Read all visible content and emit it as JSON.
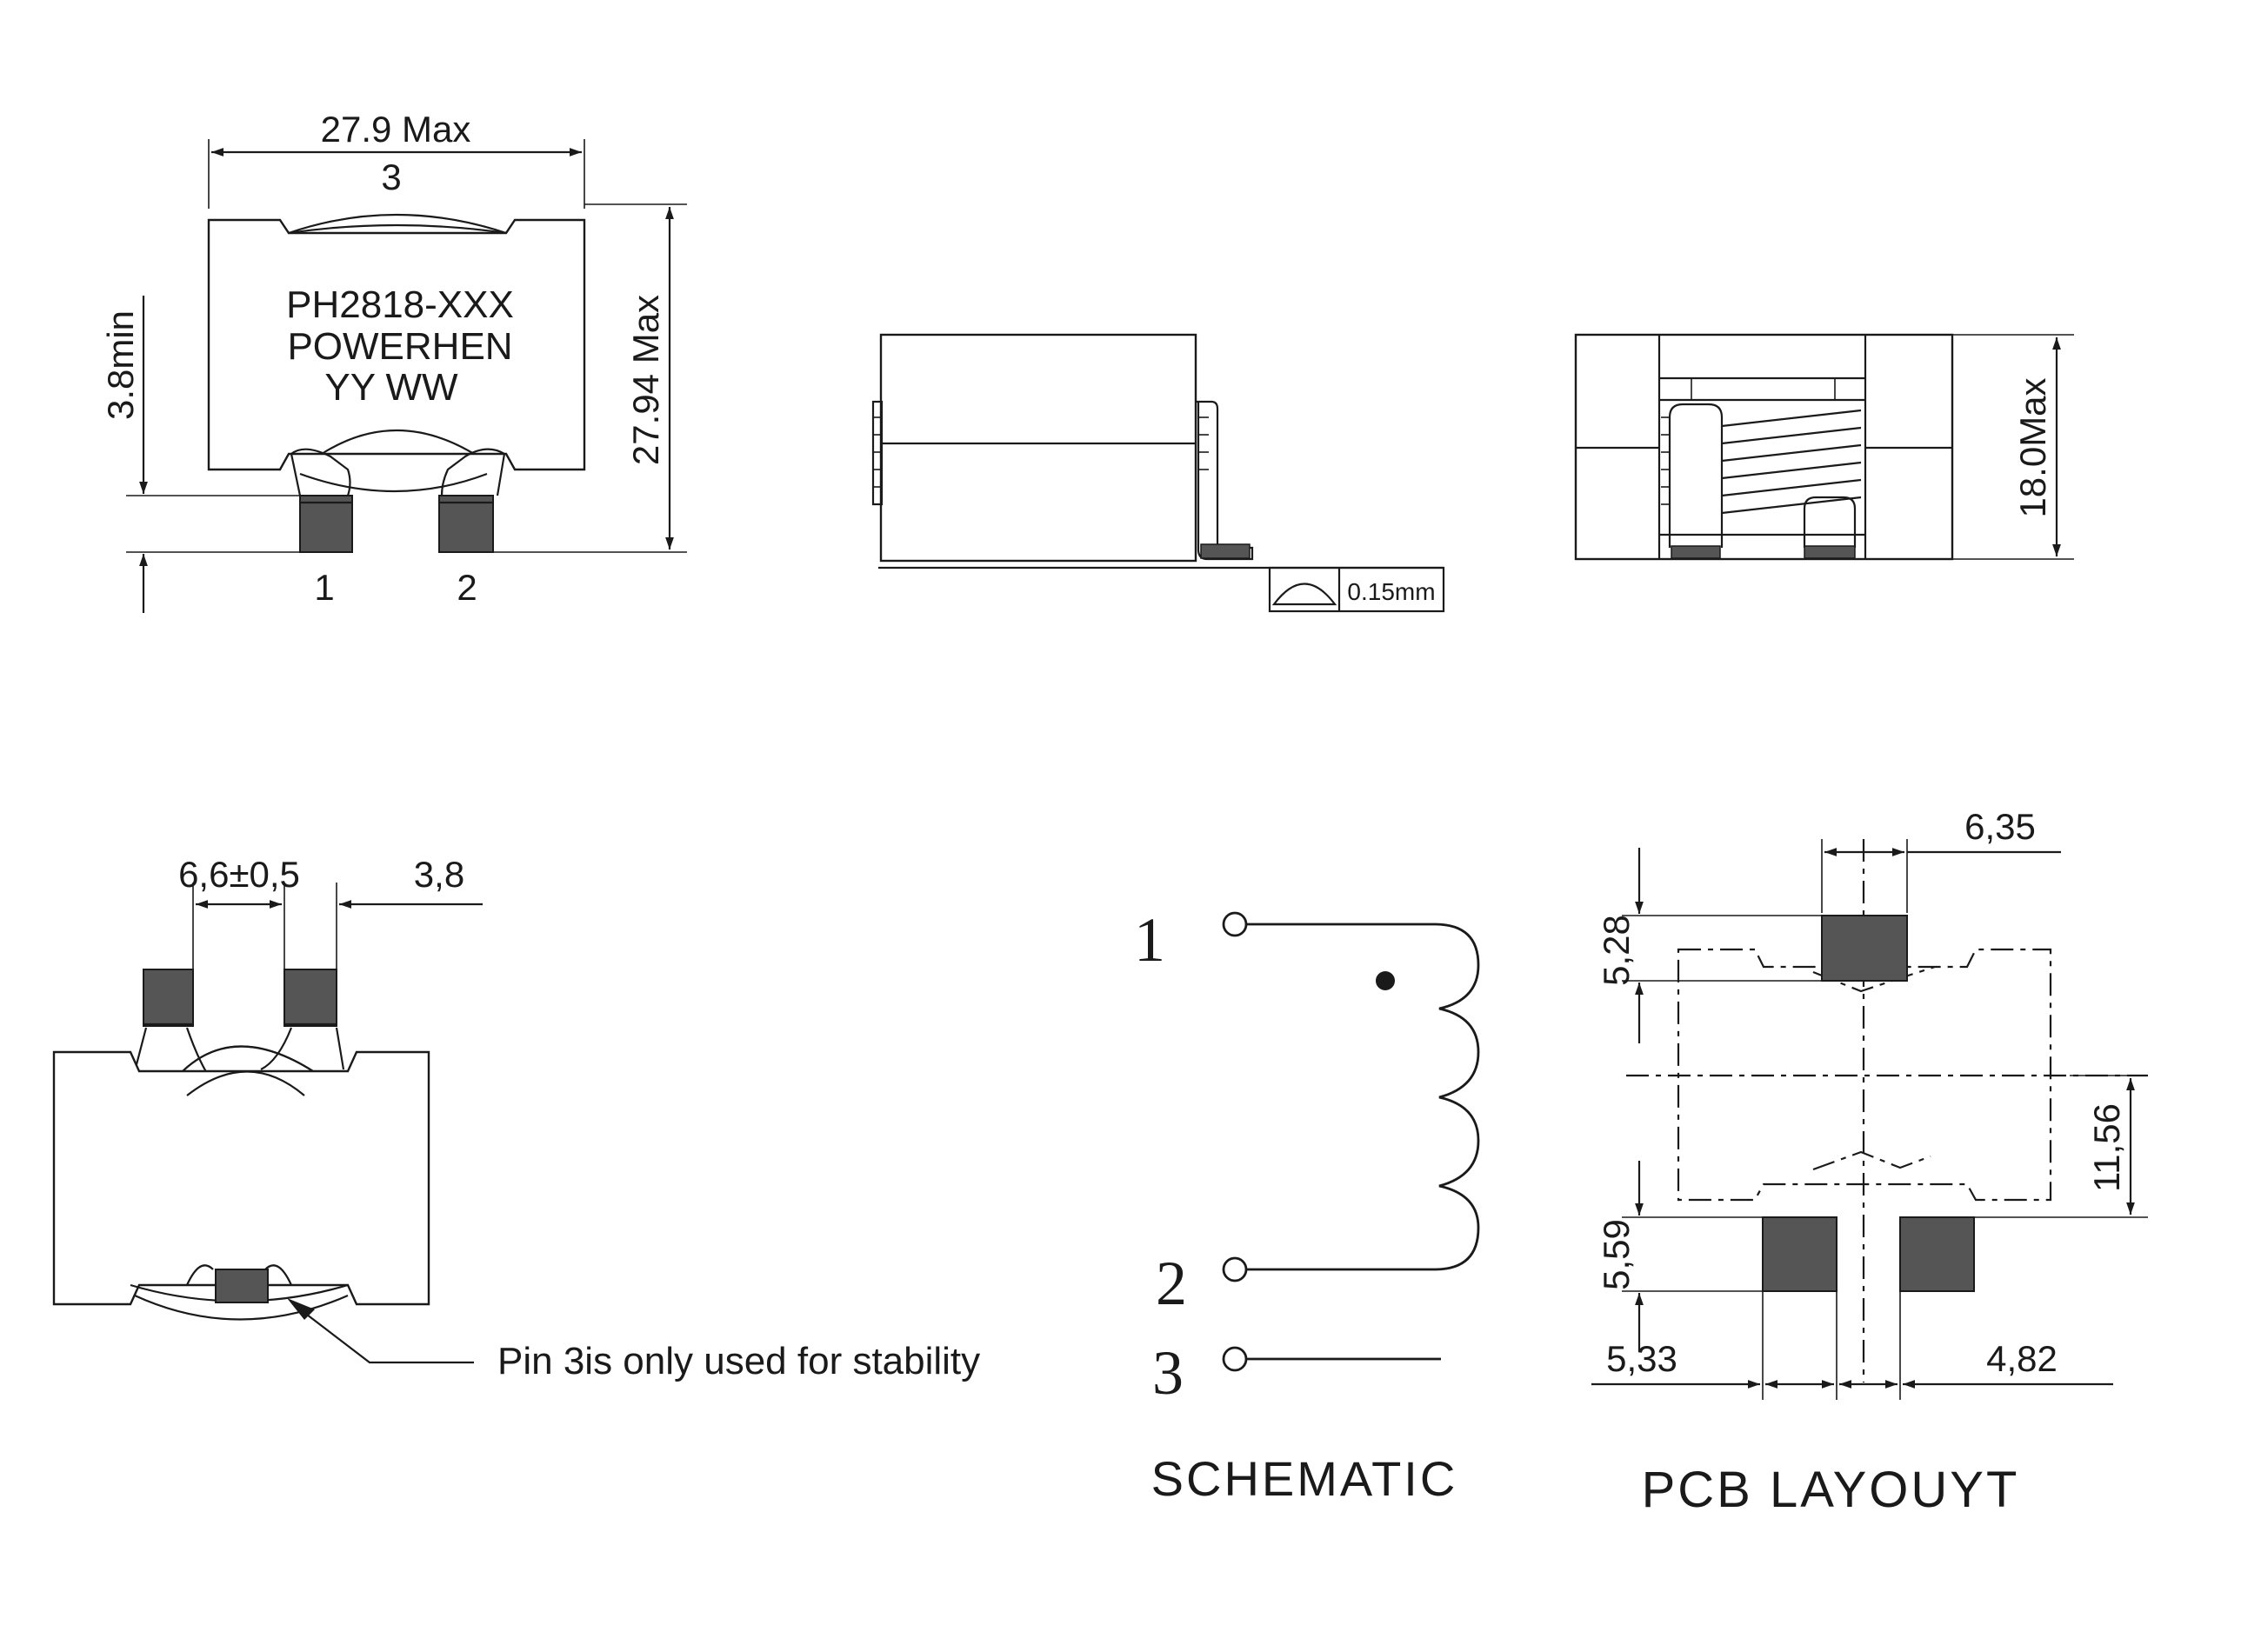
{
  "top_view": {
    "width_label": "27.9 Max",
    "pin3_top_label": "3",
    "marking_line1": "PH2818-XXX",
    "marking_line2": "POWERHEN",
    "marking_line3": "YY WW",
    "height_label": "27.94 Max",
    "terminal_min_label": "3.8min",
    "pin1_label": "1",
    "pin2_label": "2"
  },
  "side_view": {
    "coplanarity_label": "0.15mm"
  },
  "end_view": {
    "height_label": "18.0Max"
  },
  "bottom_view": {
    "pin_gap_label": "6,6±0,5",
    "pad_width_label": "3,8",
    "note": "Pin 3is only used for stability"
  },
  "schematic": {
    "title": "SCHEMATIC",
    "pin1": "1",
    "pin2": "2",
    "pin3": "3"
  },
  "pcb_layout": {
    "title": "PCB LAYOUYT",
    "pad_width_label": "6,35",
    "top_pad_height_label": "5,28",
    "center_distance_label": "11,56",
    "bottom_pad_height_label": "5,59",
    "left_pad_width_label": "5,33",
    "gap_label": "4,82"
  },
  "colors": {
    "line": "#1a1a1a",
    "pad_fill": "#555555",
    "background": "#ffffff"
  }
}
